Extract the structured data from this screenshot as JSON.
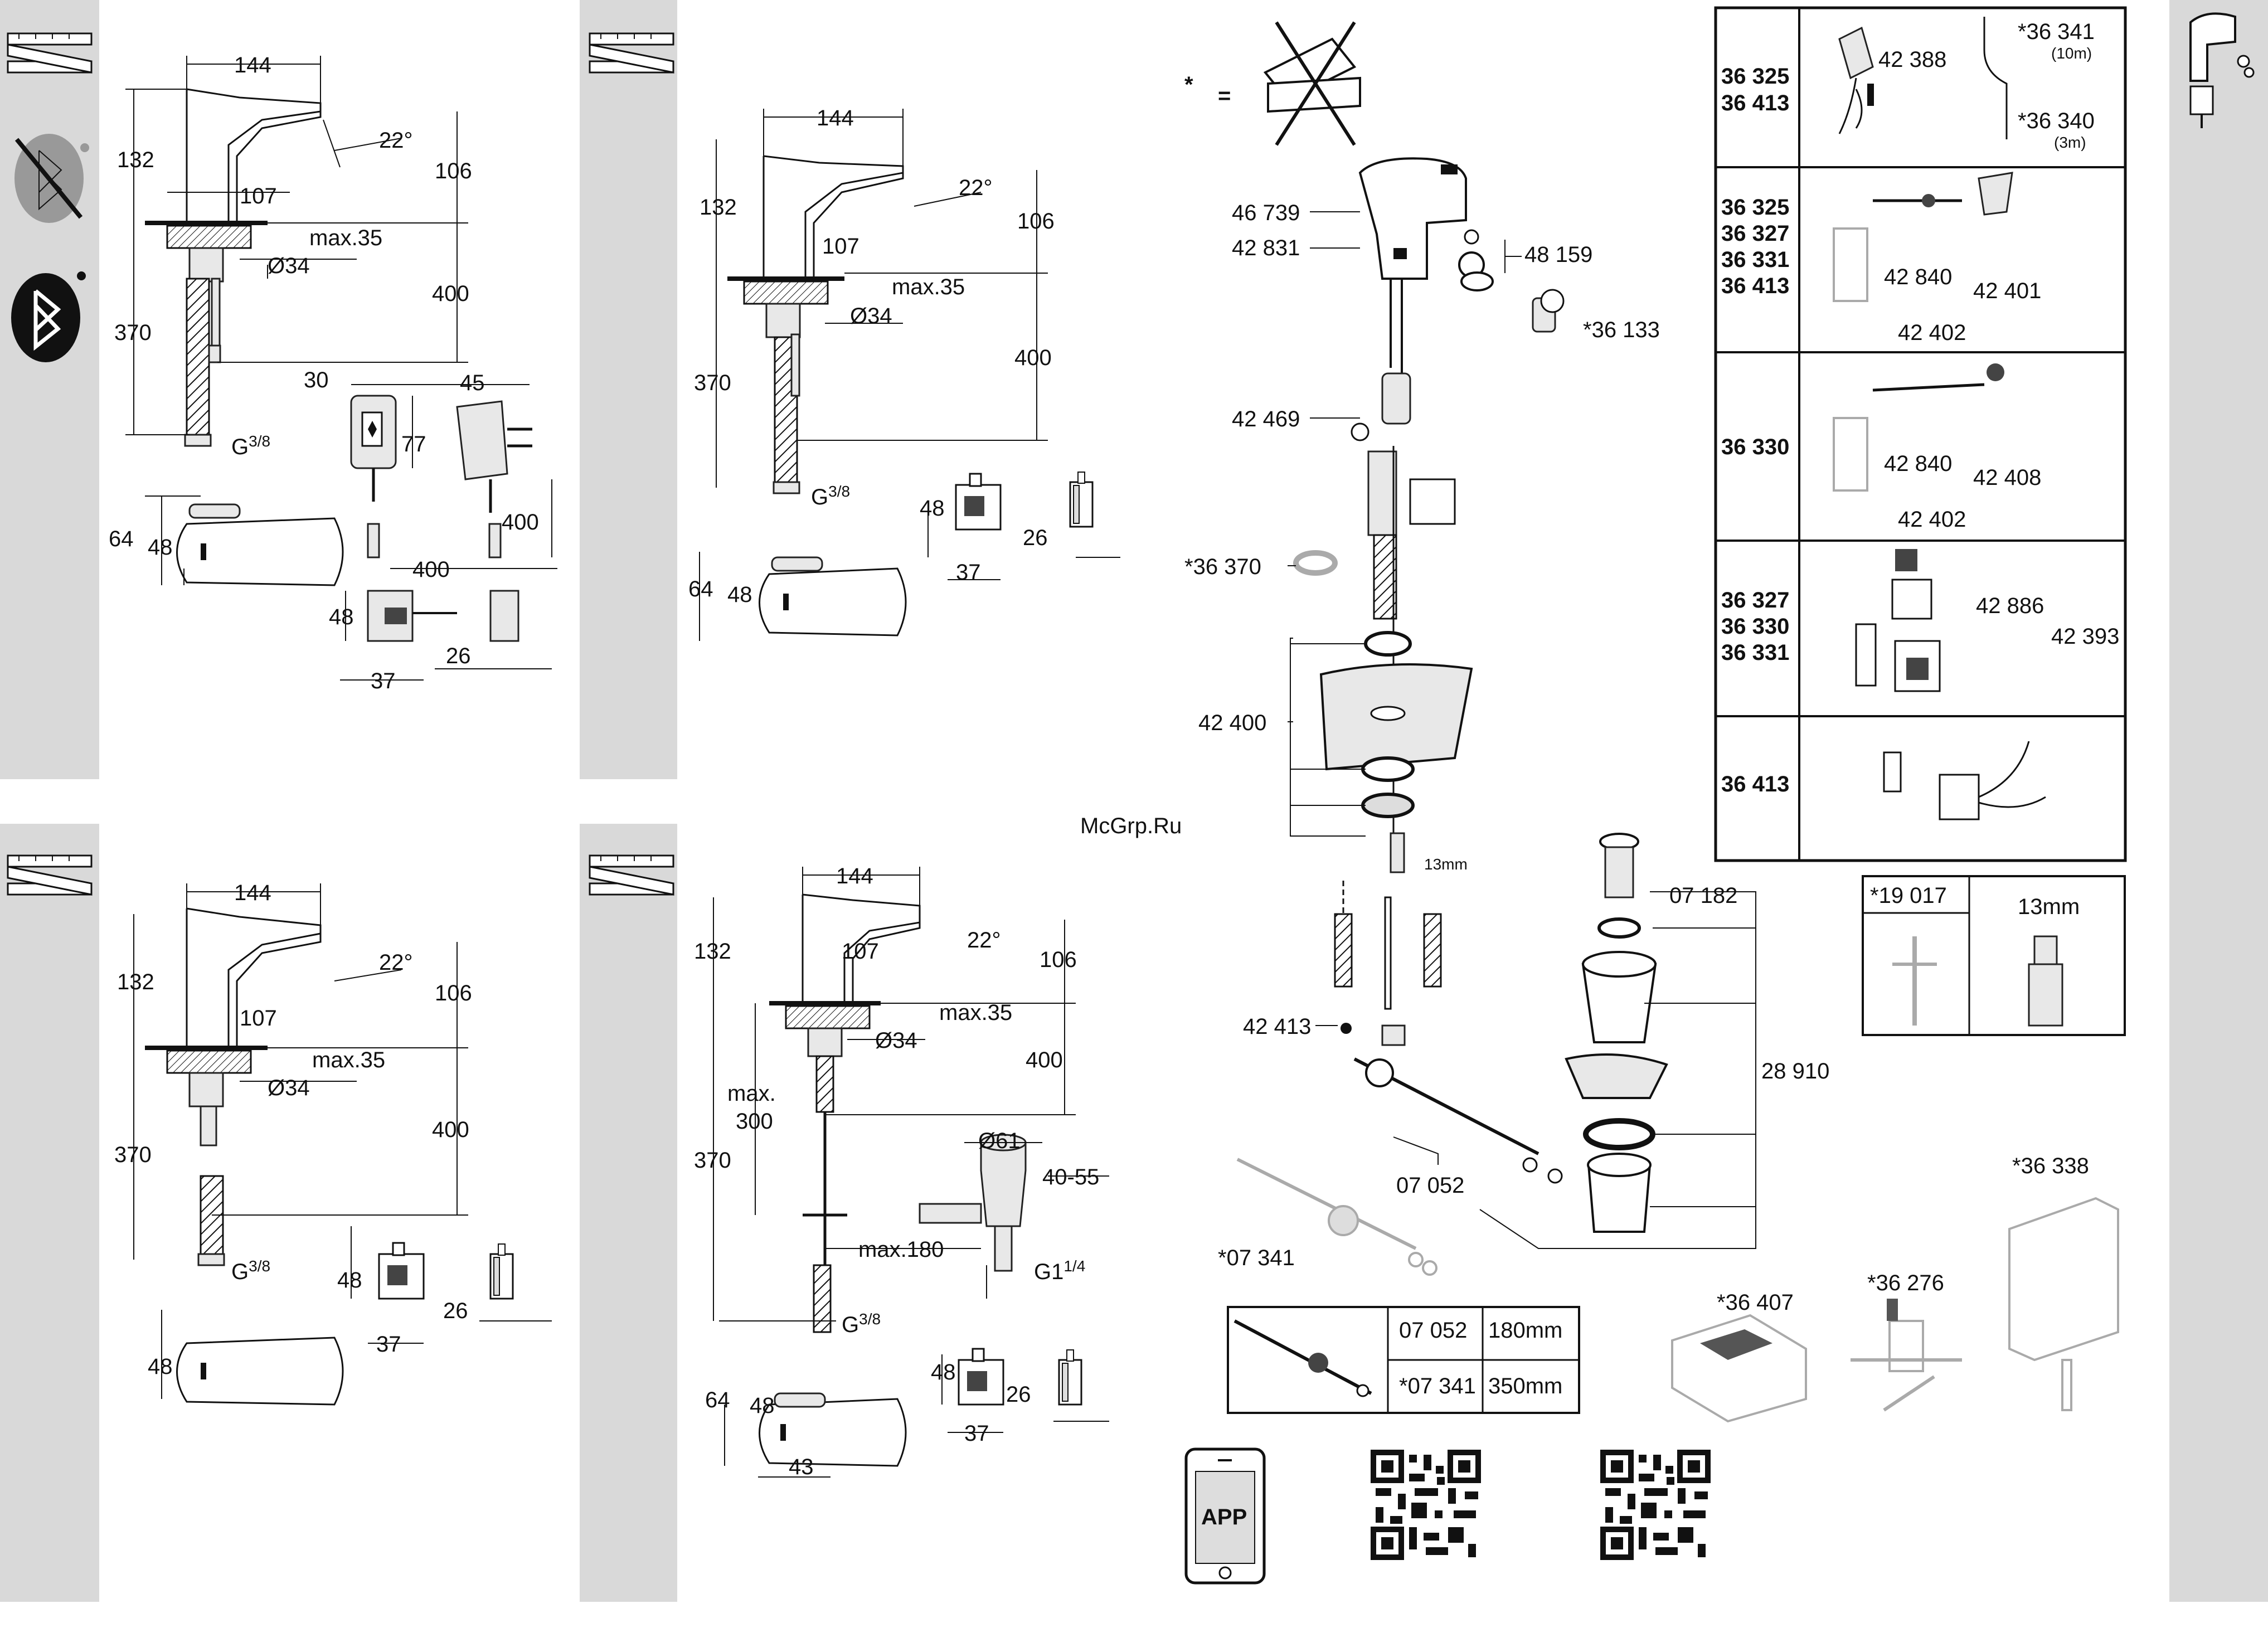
{
  "watermark": "McGrp.Ru",
  "star_legend": {
    "symbol": "*",
    "equals": "="
  },
  "dims": {
    "d144": "144",
    "d132": "132",
    "d106": "106",
    "d107": "107",
    "d22": "22°",
    "max35": "max.35",
    "d34": "Ø34",
    "d400": "400",
    "d370": "370",
    "g38": "G",
    "g38_frac": "3/8",
    "d30": "30",
    "d45": "45",
    "d77": "77",
    "d64": "64",
    "d48": "48",
    "d37": "37",
    "d26": "26",
    "max300_a": "max.",
    "max300_b": "300",
    "d61": "Ø61",
    "d4055": "40-55",
    "max180": "max.180",
    "g114": "G1",
    "g114_frac": "1/4",
    "d43": "43",
    "mm13": "13mm"
  },
  "parts": {
    "p46739": "46 739",
    "p42831": "42 831",
    "p48159": "48 159",
    "p36133": "*36 133",
    "p42469": "42 469",
    "p36370": "*36 370",
    "p42400": "42 400",
    "p07182": "07 182",
    "p42413": "42 413",
    "p28910": "28 910",
    "p07052": "07 052",
    "p07341": "*07 341",
    "p36407": "*36 407",
    "p36276": "*36 276",
    "p36338": "*36 338"
  },
  "table": {
    "rows": [
      {
        "models": [
          "36 325",
          "36 413"
        ],
        "labels": [
          "42 388",
          "*36 341",
          "(10m)",
          "*36 340",
          "(3m)"
        ]
      },
      {
        "models": [
          "36 325",
          "36 327",
          "36 331",
          "36 413"
        ],
        "labels": [
          "42 840",
          "42 401",
          "42 402"
        ]
      },
      {
        "models": [
          "36 330"
        ],
        "labels": [
          "42 840",
          "42 408",
          "42 402"
        ]
      },
      {
        "models": [
          "36 327",
          "36 330",
          "36 331"
        ],
        "labels": [
          "42 886",
          "42 393"
        ]
      },
      {
        "models": [
          "36 413"
        ],
        "labels": []
      }
    ]
  },
  "tool_box": {
    "left": "*19 017",
    "right": "13mm"
  },
  "length_table": {
    "rows": [
      {
        "part": "07 052",
        "length": "180mm"
      },
      {
        "part": "*07 341",
        "length": "350mm"
      }
    ]
  },
  "app_label": "APP",
  "colors": {
    "band": "#d9d9d9",
    "line": "#111111"
  }
}
